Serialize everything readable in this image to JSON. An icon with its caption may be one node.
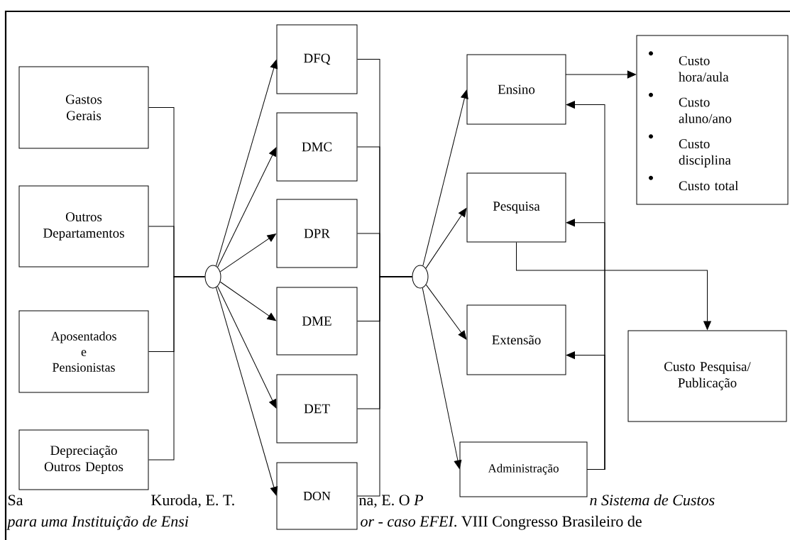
{
  "diagram": {
    "nodes": [
      {
        "text": [
          "Gastos Gerais"
        ]
      },
      {
        "text": [
          "Outros Departamentos"
        ]
      },
      {
        "text": [
          "Aposentados e Pensionistas"
        ]
      },
      {
        "text": [
          "Depreciação Outros Deptos"
        ]
      },
      {
        "text": [],
        "shape": "circle"
      },
      {
        "text": [
          "DFQ"
        ]
      },
      {
        "text": [
          "DMC"
        ]
      },
      {
        "text": [
          "DPR"
        ]
      },
      {
        "text": [
          "DME"
        ]
      },
      {
        "text": [
          "DET"
        ]
      },
      {
        "text": [
          "DON"
        ]
      },
      {
        "text": [],
        "shape": "circle"
      },
      {
        "text": [
          "Ensino"
        ]
      },
      {
        "text": [
          "Pesquisa"
        ]
      },
      {
        "text": [
          "Extensão"
        ]
      },
      {
        "text": [
          "Administração"
        ]
      },
      {
        "text": [
          "Custo hora/aula",
          "Custo aluno/ano",
          "Custo disciplina",
          "Custo total"
        ]
      },
      {
        "text": [
          "Custo Pesquisa/ Publicação"
        ]
      }
    ],
    "edges": [
      {
        "from": 0,
        "to": 4,
        "arrow": "none"
      },
      {
        "from": 1,
        "to": 4,
        "arrow": "none"
      },
      {
        "from": 2,
        "to": 4,
        "arrow": "none"
      },
      {
        "from": 3,
        "to": 4,
        "arrow": "none"
      },
      {
        "from": 4,
        "to": 5,
        "arrow": "to"
      },
      {
        "from": 4,
        "to": 6,
        "arrow": "to"
      },
      {
        "from": 4,
        "to": 7,
        "arrow": "to"
      },
      {
        "from": 4,
        "to": 8,
        "arrow": "to"
      },
      {
        "from": 4,
        "to": 9,
        "arrow": "to"
      },
      {
        "from": 4,
        "to": 10,
        "arrow": "to"
      },
      {
        "from": 5,
        "to": 11,
        "arrow": "none"
      },
      {
        "from": 6,
        "to": 11,
        "arrow": "none"
      },
      {
        "from": 7,
        "to": 11,
        "arrow": "none"
      },
      {
        "from": 8,
        "to": 11,
        "arrow": "none"
      },
      {
        "from": 9,
        "to": 11,
        "arrow": "none"
      },
      {
        "from": 10,
        "to": 11,
        "arrow": "none"
      },
      {
        "from": 11,
        "to": 12,
        "arrow": "to"
      },
      {
        "from": 11,
        "to": 13,
        "arrow": "to"
      },
      {
        "from": 11,
        "to": 14,
        "arrow": "to"
      },
      {
        "from": 11,
        "to": 15,
        "arrow": "to"
      },
      {
        "from": 12,
        "to": 16,
        "arrow": "to"
      },
      {
        "from": 15,
        "to": 12,
        "arrow": "to"
      },
      {
        "from": 15,
        "to": 13,
        "arrow": "to"
      },
      {
        "from": 15,
        "to": 14,
        "arrow": "to"
      },
      {
        "from": 13,
        "to": 17,
        "arrow": "to"
      }
    ],
    "labels": [
      "Sa",
      "Kuroda, E. T.",
      "na, E. O *P*",
      "n Sistema de Custos",
      "para uma Instituição de Ensi",
      "*or - caso EFEI*. VIII Congresso Brasileiro de"
    ]
  }
}
